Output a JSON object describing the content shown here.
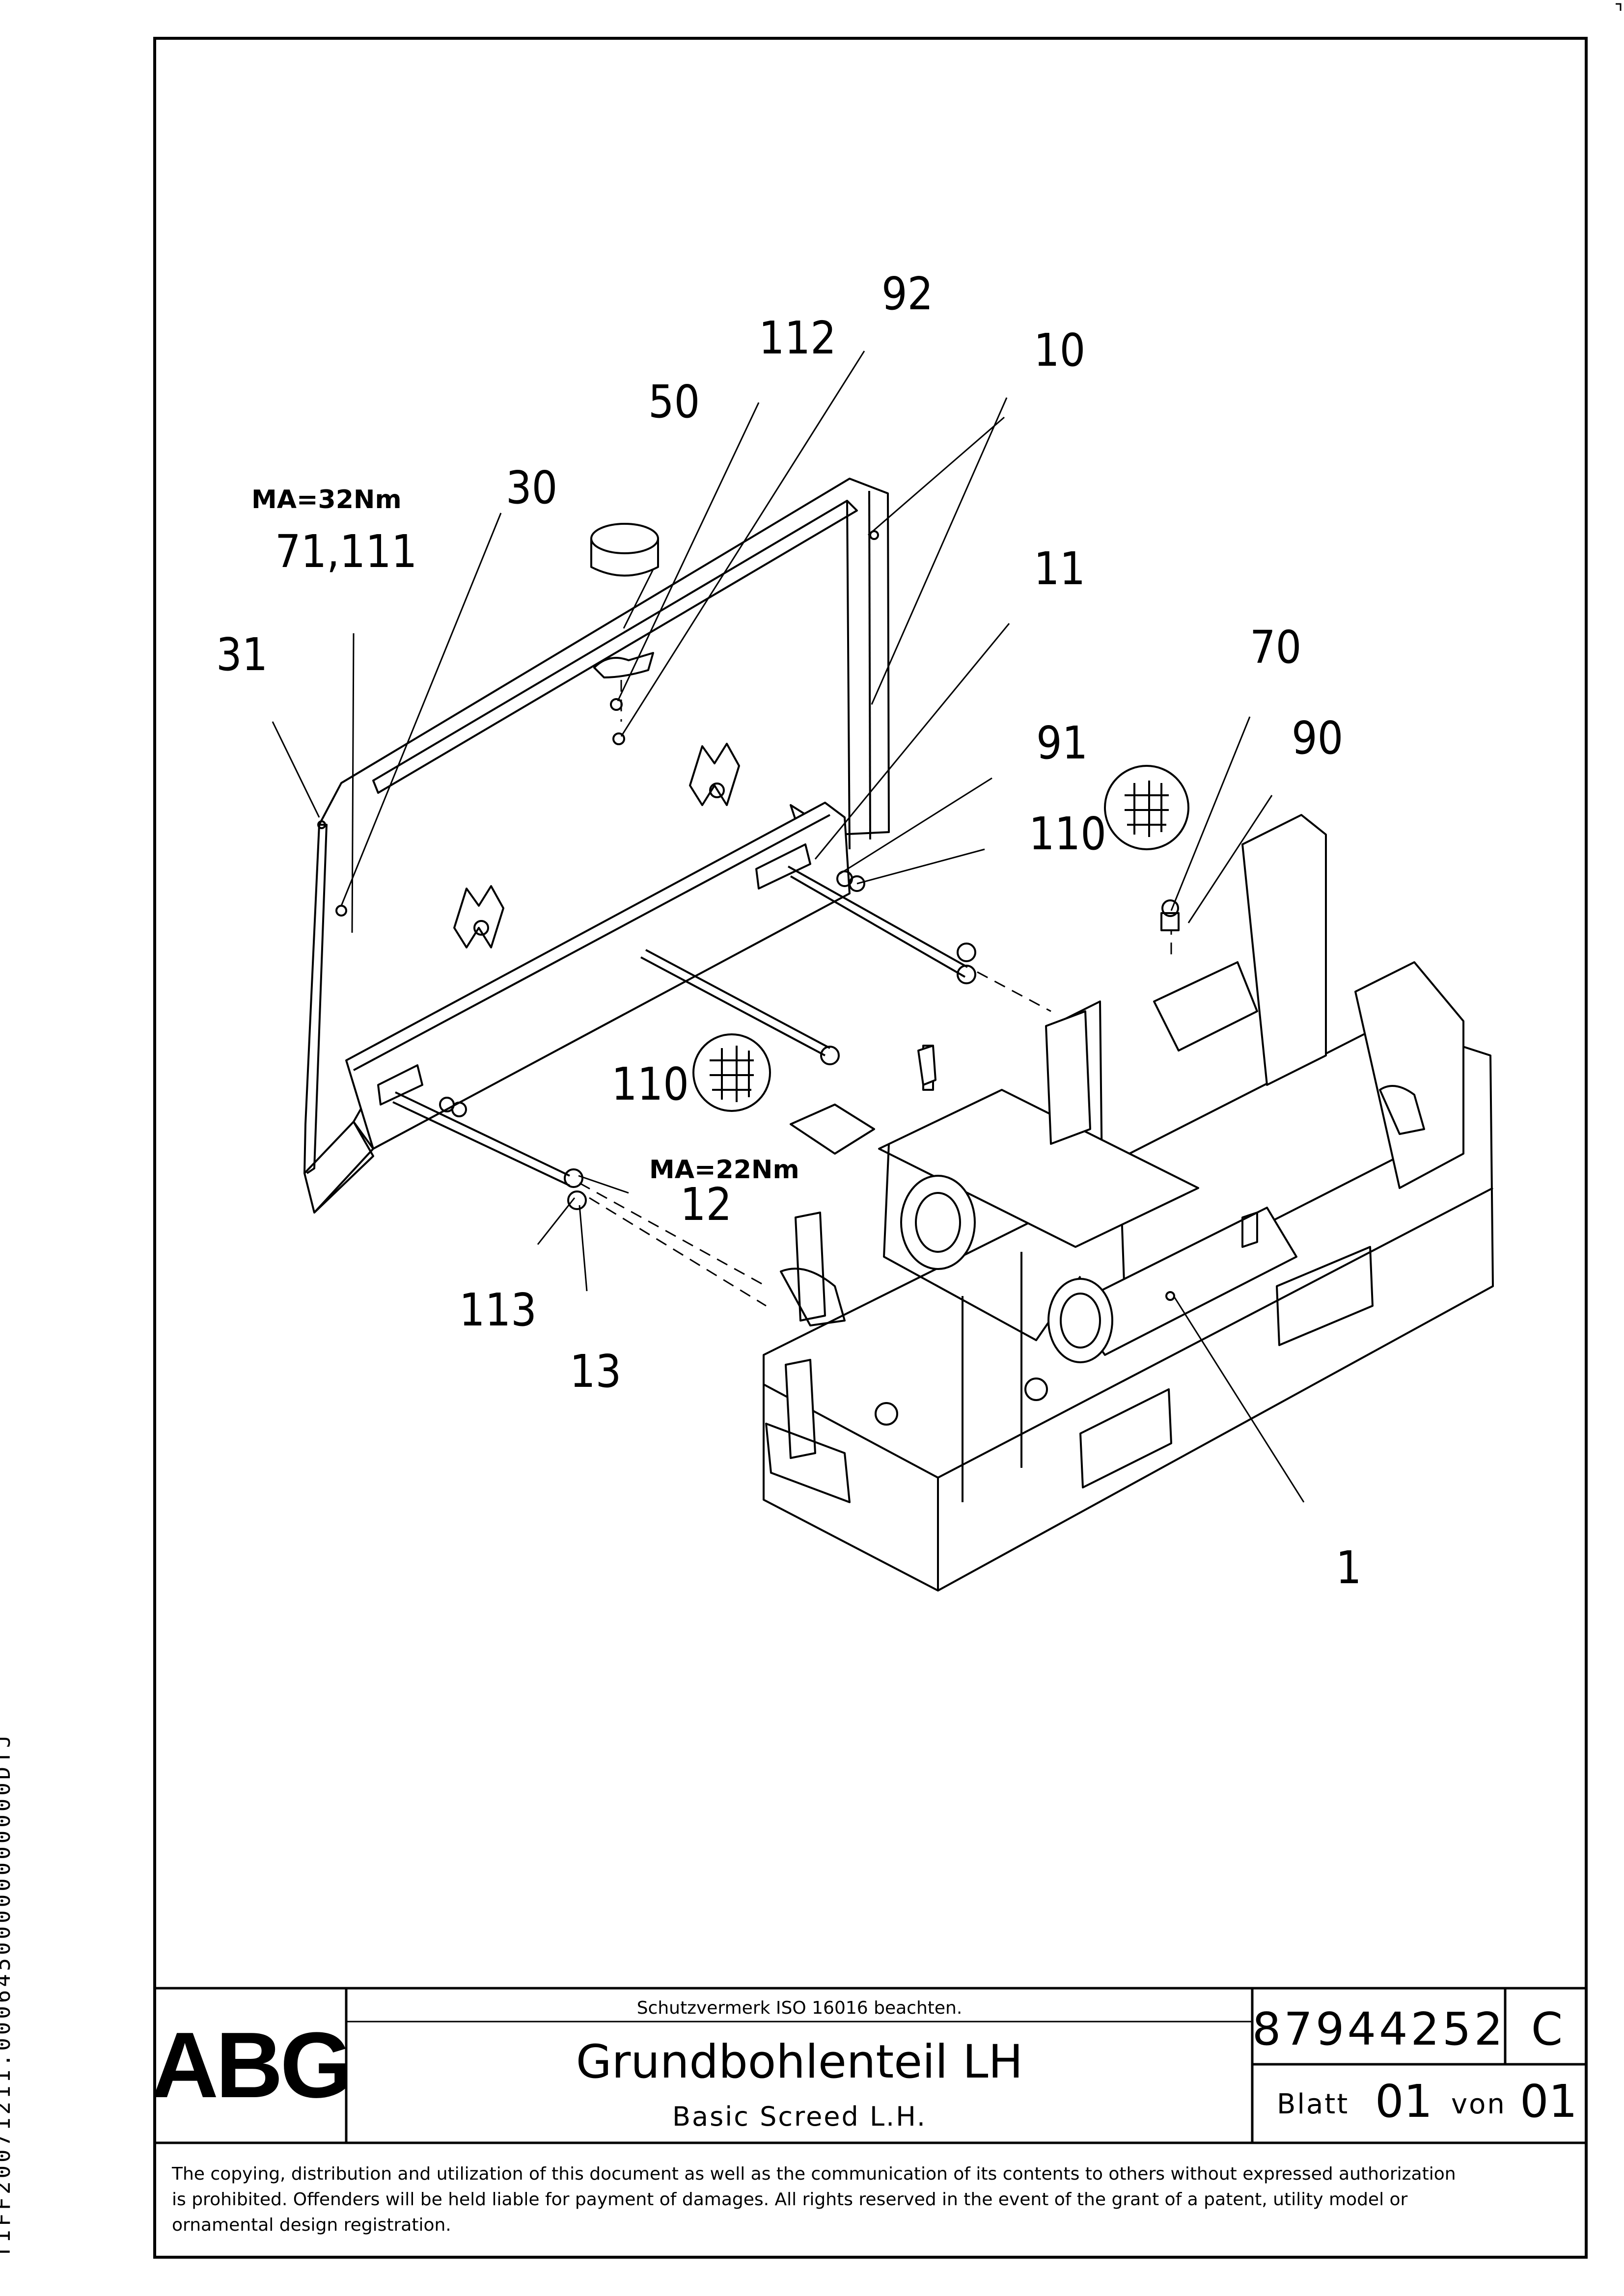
{
  "side_code": "TIFF20071211.00064500000000000DTJ",
  "callouts": {
    "c92": "92",
    "c112": "112",
    "c10": "10",
    "c50": "50",
    "c30": "30",
    "c71": "71,111",
    "c31": "31",
    "c11": "11",
    "c70": "70",
    "c91": "91",
    "c90": "90",
    "c110a": "110",
    "c110b": "110",
    "c12": "12",
    "c113": "113",
    "c13": "13",
    "c1": "1"
  },
  "torque": {
    "t32": "MA=32Nm",
    "t22": "MA=22Nm"
  },
  "title_block": {
    "logo": "ABG",
    "protection_note": "Schutzvermerk ISO 16016 beachten.",
    "title_de": "Grundbohlenteil LH",
    "title_en": "Basic Screed L.H.",
    "doc_number": "87944252",
    "revision": "C",
    "sheet_label": "Blatt",
    "sheet_no": "01",
    "of_label": "von",
    "sheet_total": "01",
    "copyright_line1": "The copying, distribution and utilization of this document as well as the communication of its contents to others without expressed authorization",
    "copyright_line2": "is prohibited. Offenders will be held liable for payment of damages. All rights reserved in the event of the grant of a patent, utility model or",
    "copyright_line3": "ornamental design registration."
  }
}
